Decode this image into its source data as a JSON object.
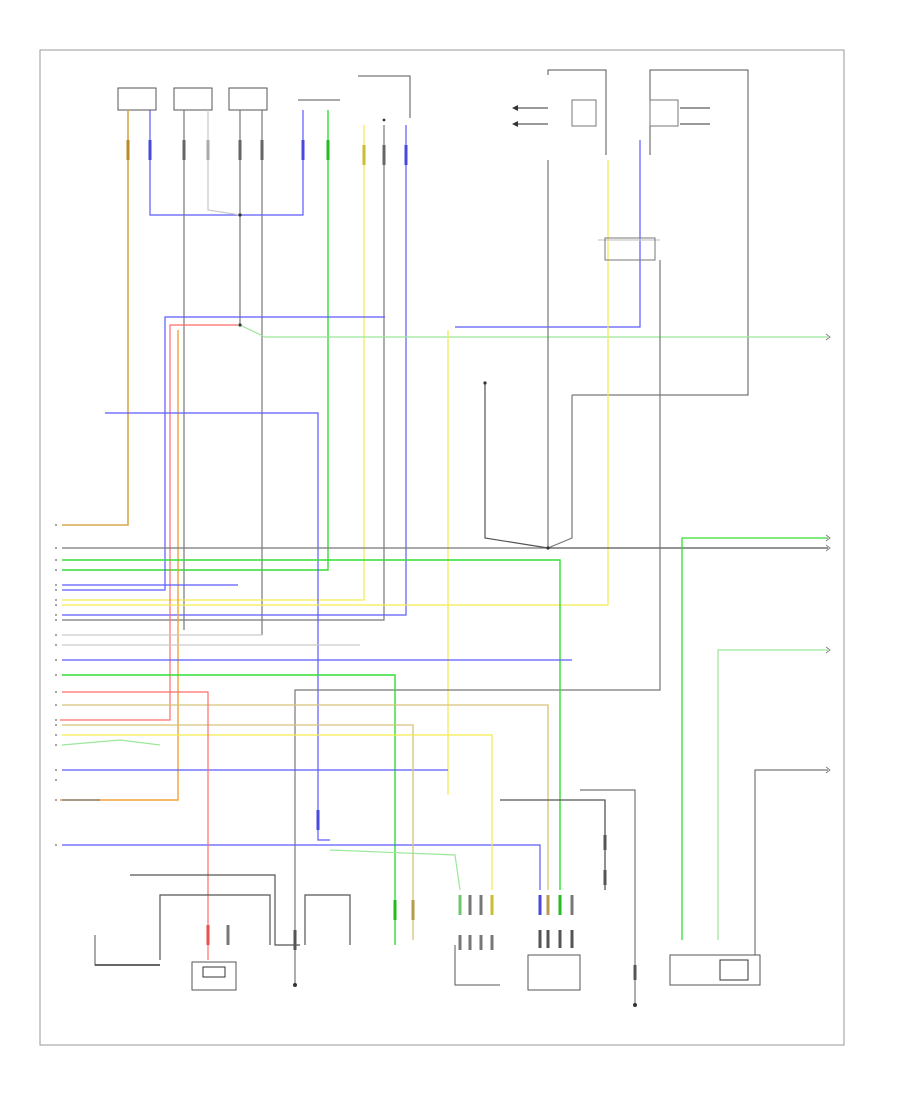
{
  "diagram": {
    "page_id": "",
    "colors": {
      "border": "#9a9a9a",
      "black": "#333333",
      "gray": "#8c8c8c",
      "lightgray": "#c9c9c9",
      "blue": "#5b5bff",
      "green": "#33dd33",
      "lightgreen": "#9be79b",
      "yellow": "#f4ea4e",
      "tan": "#d7c27a",
      "orange": "#f0a23a",
      "red": "#ff5a5a",
      "violet": "#a48bd8"
    },
    "top_sensors": [
      {
        "id": "s1",
        "label": "",
        "sub": ""
      },
      {
        "id": "s2",
        "label": "",
        "sub": ""
      },
      {
        "id": "s3",
        "label": "",
        "sub": ""
      },
      {
        "id": "s4",
        "label": "",
        "sub": ""
      },
      {
        "id": "s5",
        "label": "",
        "sub": ""
      }
    ],
    "bottom_components": [
      {
        "id": "b1",
        "label": ""
      },
      {
        "id": "b2",
        "label": ""
      },
      {
        "id": "b3",
        "label": ""
      },
      {
        "id": "b4",
        "label": ""
      },
      {
        "id": "b5",
        "label": ""
      },
      {
        "id": "b6",
        "label": ""
      },
      {
        "id": "b7",
        "label": ""
      },
      {
        "id": "b8",
        "label": ""
      }
    ],
    "right_refs": [
      {
        "id": "r1",
        "label": ""
      },
      {
        "id": "r2",
        "label": ""
      },
      {
        "id": "r3",
        "label": ""
      },
      {
        "id": "r4",
        "label": ""
      }
    ]
  }
}
